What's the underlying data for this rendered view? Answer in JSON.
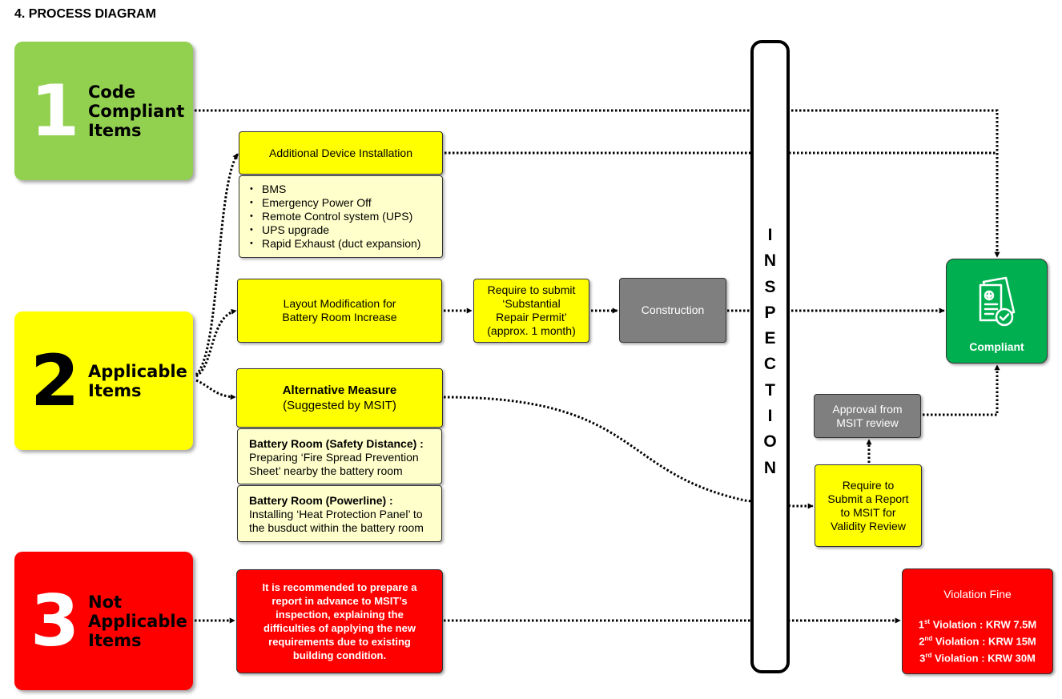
{
  "title": "4. PROCESS DIAGRAM",
  "categories": [
    {
      "number": "1",
      "label_lines": [
        "Code",
        "Compliant",
        "Items"
      ],
      "color": "#92d050"
    },
    {
      "number": "2",
      "label_lines": [
        "Applicable",
        "Items"
      ],
      "color": "#ffff00"
    },
    {
      "number": "3",
      "label_lines": [
        "Not",
        "Applicable",
        "Items"
      ],
      "color": "#ff0000"
    }
  ],
  "additional_device": {
    "title": "Additional Device Installation",
    "items": [
      "BMS",
      "Emergency Power Off",
      "Remote Control system (UPS)",
      "UPS upgrade",
      "Rapid Exhaust (duct expansion)"
    ]
  },
  "layout_mod": {
    "lines": [
      "Layout Modification for",
      "Battery Room Increase"
    ]
  },
  "permit": {
    "lines": [
      "Require to submit",
      "‘Substantial",
      "Repair Permit’",
      "(approx. 1 month)"
    ]
  },
  "construction": {
    "label": "Construction"
  },
  "alternative": {
    "title": "Alternative Measure",
    "subtitle": "(Suggested by MSIT)",
    "details": [
      {
        "heading": "Battery Room (Safety Distance) :",
        "text": "Preparing ‘Fire Spread Prevention Sheet’ nearby the battery room"
      },
      {
        "heading": "Battery Room (Powerline) :",
        "text": "Installing ‘Heat Protection Panel’ to the busduct within the battery room"
      }
    ]
  },
  "inspection": {
    "letters": [
      "I",
      "N",
      "S",
      "P",
      "E",
      "C",
      "T",
      "I",
      "O",
      "N"
    ]
  },
  "report": {
    "lines": [
      "Require to",
      "Submit a Report",
      "to MSIT for",
      "Validity Review"
    ]
  },
  "approval": {
    "lines": [
      "Approval from",
      "MSIT review"
    ]
  },
  "compliant": {
    "label": "Compliant",
    "icon": "certificate-check-icon"
  },
  "not_applicable_note": {
    "text": "It is recommended to prepare a report in advance to MSIT’s inspection, explaining the difficulties of applying the new requirements due to existing building condition."
  },
  "violation": {
    "title": "Violation Fine",
    "rows": [
      {
        "ord": "1",
        "sup": "st",
        "text": " Violation : KRW 7.5M"
      },
      {
        "ord": "2",
        "sup": "nd",
        "text": " Violation : KRW 15M"
      },
      {
        "ord": "3",
        "sup": "rd",
        "text": " Violation : KRW 30M"
      }
    ]
  },
  "colors": {
    "green": "#92d050",
    "yellow": "#ffff00",
    "red": "#ff0000",
    "compliant_green": "#00b050",
    "gray": "#7f7f7f",
    "pale_yellow": "#ffffcc"
  }
}
